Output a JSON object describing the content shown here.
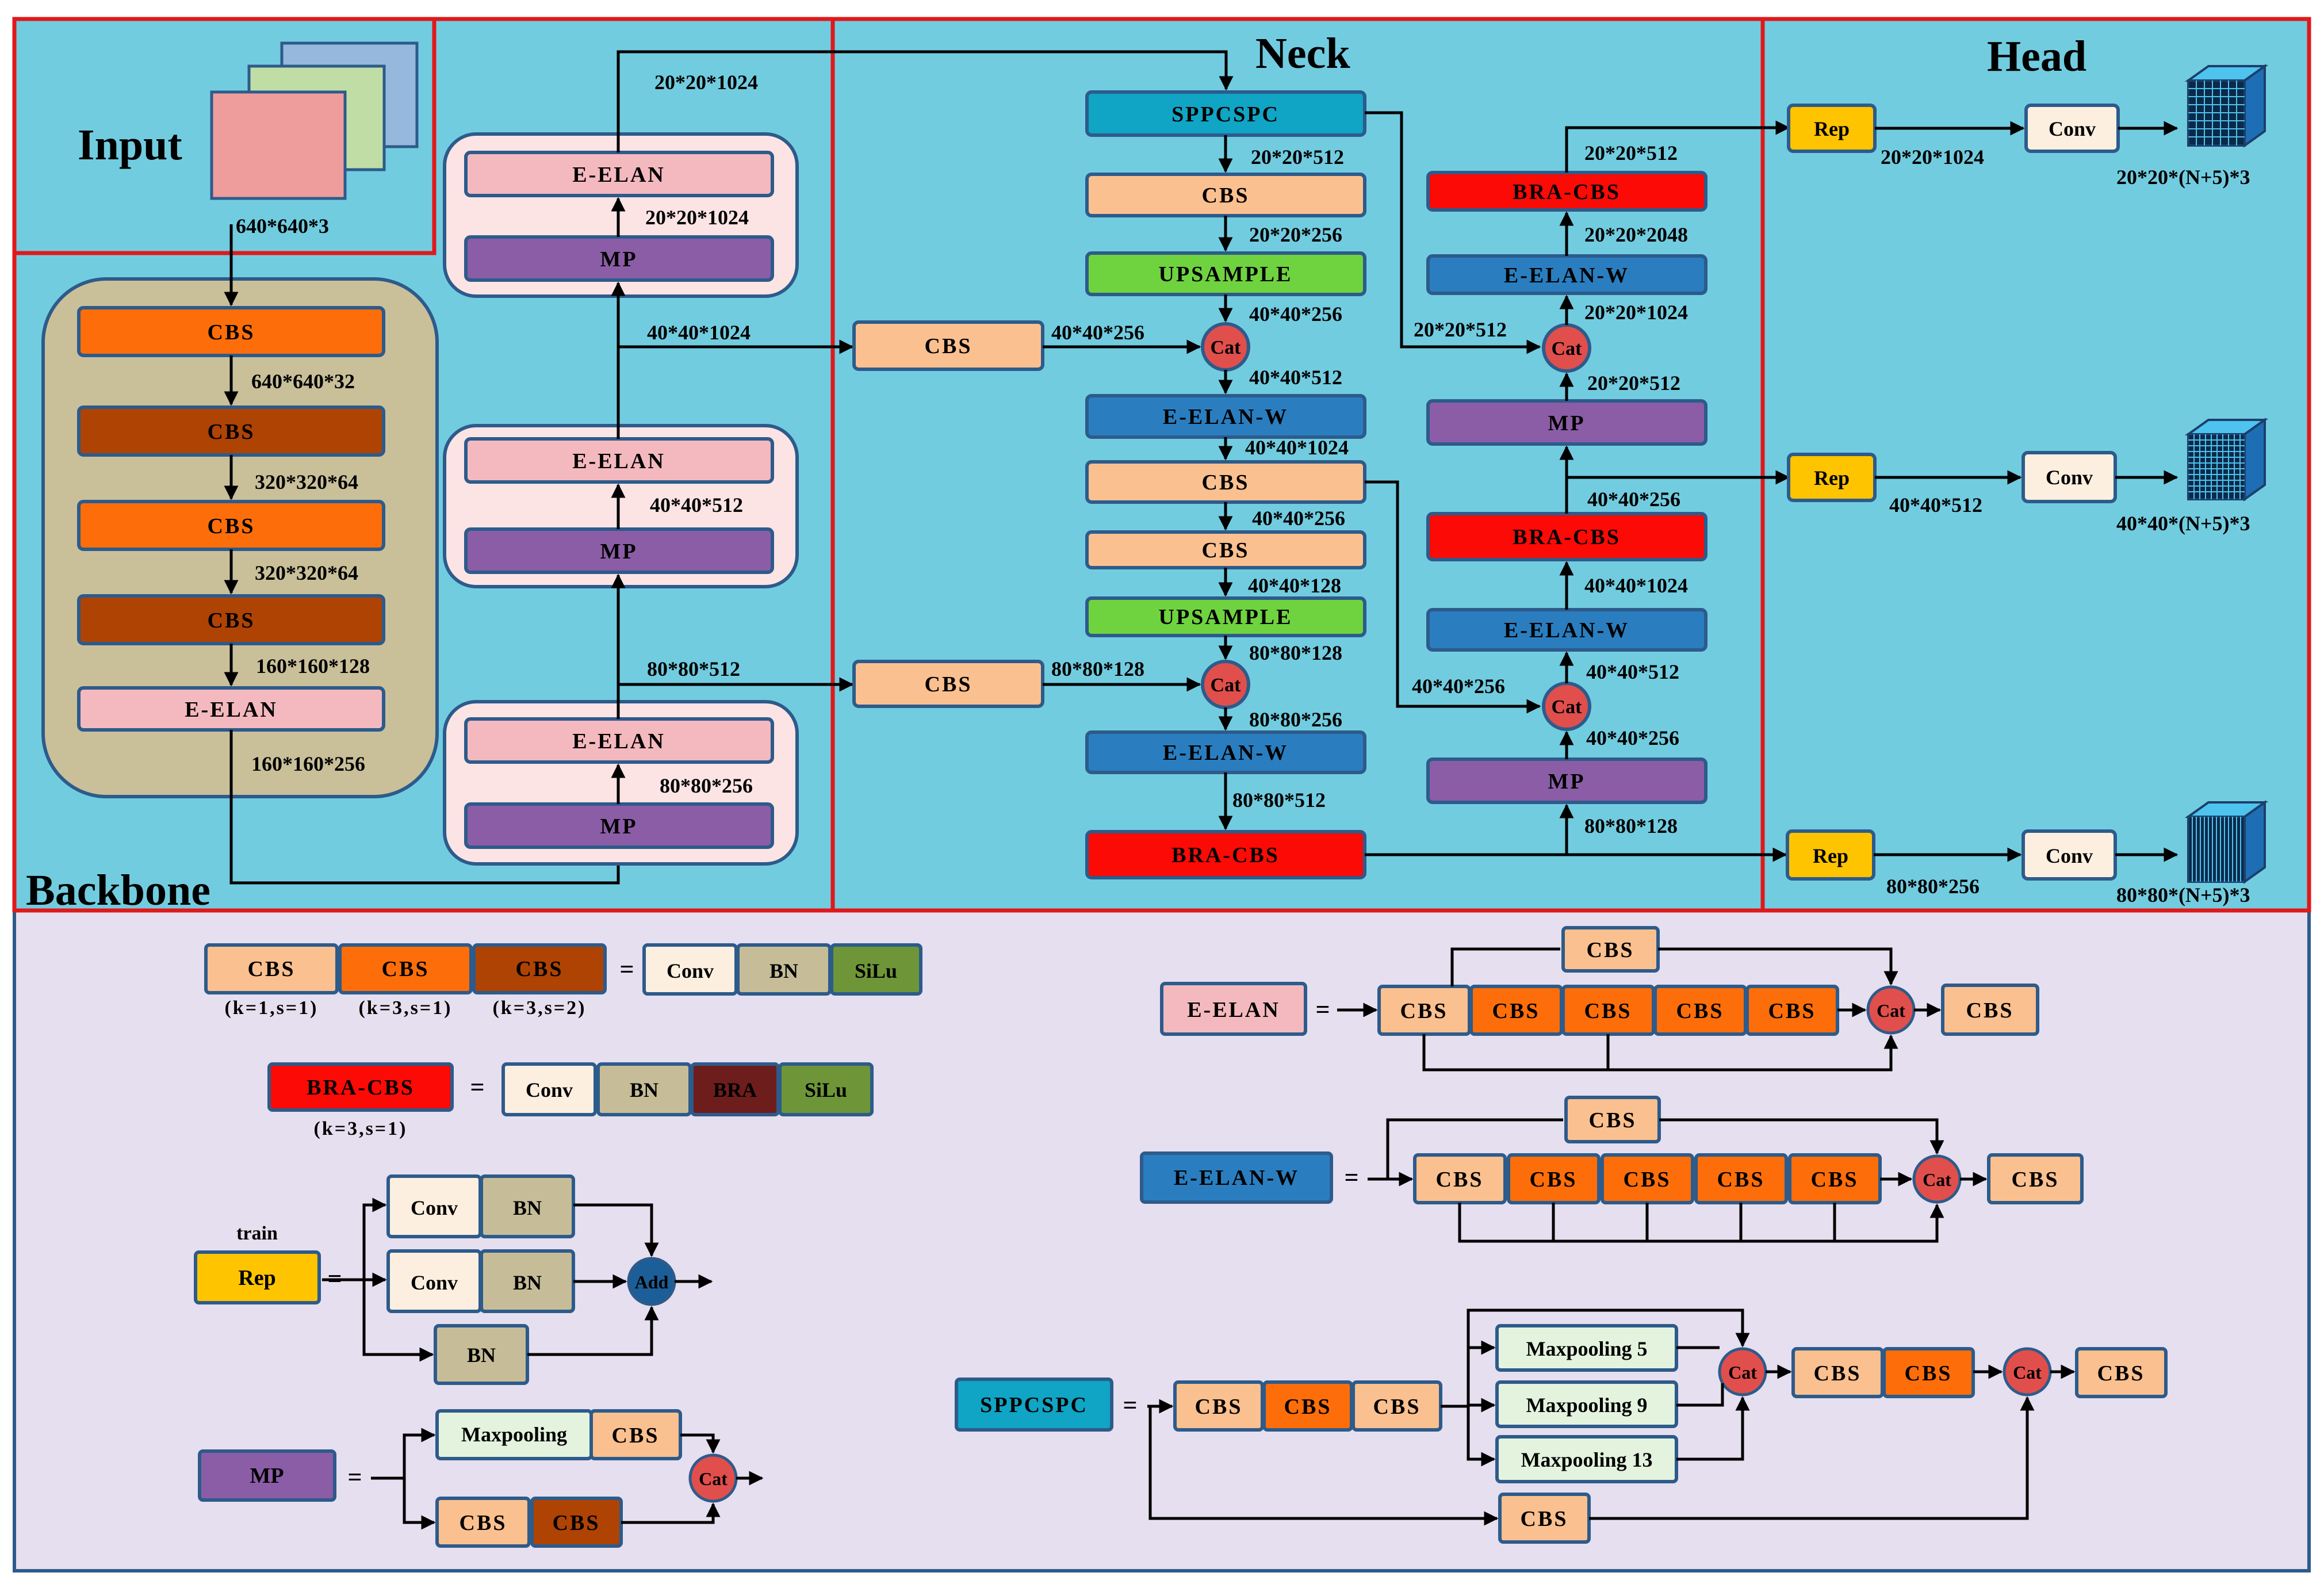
{
  "sections": {
    "input": "Input",
    "backbone": "Backbone",
    "neck": "Neck",
    "head": "Head"
  },
  "input_dim": "640*640*3",
  "blocks": {
    "cbs": "CBS",
    "e_elan": "E-ELAN",
    "e_elan_w": "E-ELAN-W",
    "mp": "MP",
    "sppcspc": "SPPCSPC",
    "upsample": "UPSAMPLE",
    "cat": "Cat",
    "bra_cbs": "BRA-CBS",
    "rep": "Rep",
    "conv": "Conv",
    "bn": "BN",
    "bra": "BRA",
    "silu": "SiLu",
    "add": "Add",
    "maxpooling": "Maxpooling",
    "maxpooling5": "Maxpooling 5",
    "maxpooling9": "Maxpooling 9",
    "maxpooling13": "Maxpooling 13"
  },
  "backbone_dims": [
    "640*640*32",
    "320*320*64",
    "320*320*64",
    "160*160*128",
    "160*160*256"
  ],
  "mid_dims": {
    "top": "20*20*1024",
    "mp_top": "20*20*1024",
    "l40": "40*40*1024",
    "elan40": "40*40*512",
    "l80": "80*80*512",
    "elan80": "80*80*256"
  },
  "neck_dims": {
    "d1": "20*20*512",
    "d2": "20*20*256",
    "d3": "40*40*256",
    "d4": "40*40*512",
    "d5": "40*40*1024",
    "d6": "40*40*256",
    "d7": "40*40*128",
    "d8": "80*80*128",
    "d9": "80*80*256",
    "d10": "80*80*512",
    "cbs40": "40*40*256",
    "cbs80": "80*80*128"
  },
  "right_dims": {
    "r1": "20*20*512",
    "r2": "20*20*2048",
    "r3": "20*20*1024",
    "r4": "20*20*512",
    "r5": "20*20*512",
    "r6": "40*40*256",
    "r7": "40*40*1024",
    "r8": "40*40*512",
    "r9": "40*40*256",
    "r10": "40*40*256",
    "r11": "80*80*128"
  },
  "head_dims": {
    "rep1": "20*20*1024",
    "out1": "20*20*(N+5)*3",
    "rep2": "40*40*512",
    "out2": "40*40*(N+5)*3",
    "rep3": "80*80*256",
    "out3": "80*80*(N+5)*3"
  },
  "legend": {
    "eq": "=",
    "cbs_k1": "(k=1,s=1)",
    "cbs_k3": "(k=3,s=1)",
    "cbs_k32": "(k=3,s=2)",
    "bra_k": "(k=3,s=1)",
    "train": "train"
  },
  "colors": {
    "panel_cyan": "#72CCE0",
    "panel_lavender": "#E6DFEF",
    "red_border": "#E0191B",
    "cbs_light": "#FBC08F",
    "cbs_orange": "#FD6E0A",
    "cbs_brown": "#AE4304",
    "e_elan": "#F4B9BE",
    "mp": "#8B5DA6",
    "sppcspc": "#10A4C5",
    "upsample": "#6FD33F",
    "e_elan_w": "#2A7EC0",
    "bra_cbs": "#FB0A06",
    "cat": "#E04F4C",
    "rep": "#FFC400",
    "conv": "#FDEFDF",
    "bn": "#C6BD98",
    "silu": "#6E9639",
    "bra": "#6E1D1D",
    "maxpool": "#E3F3DE",
    "add": "#1C5E97",
    "backbone_bg": "#C9C09A"
  }
}
